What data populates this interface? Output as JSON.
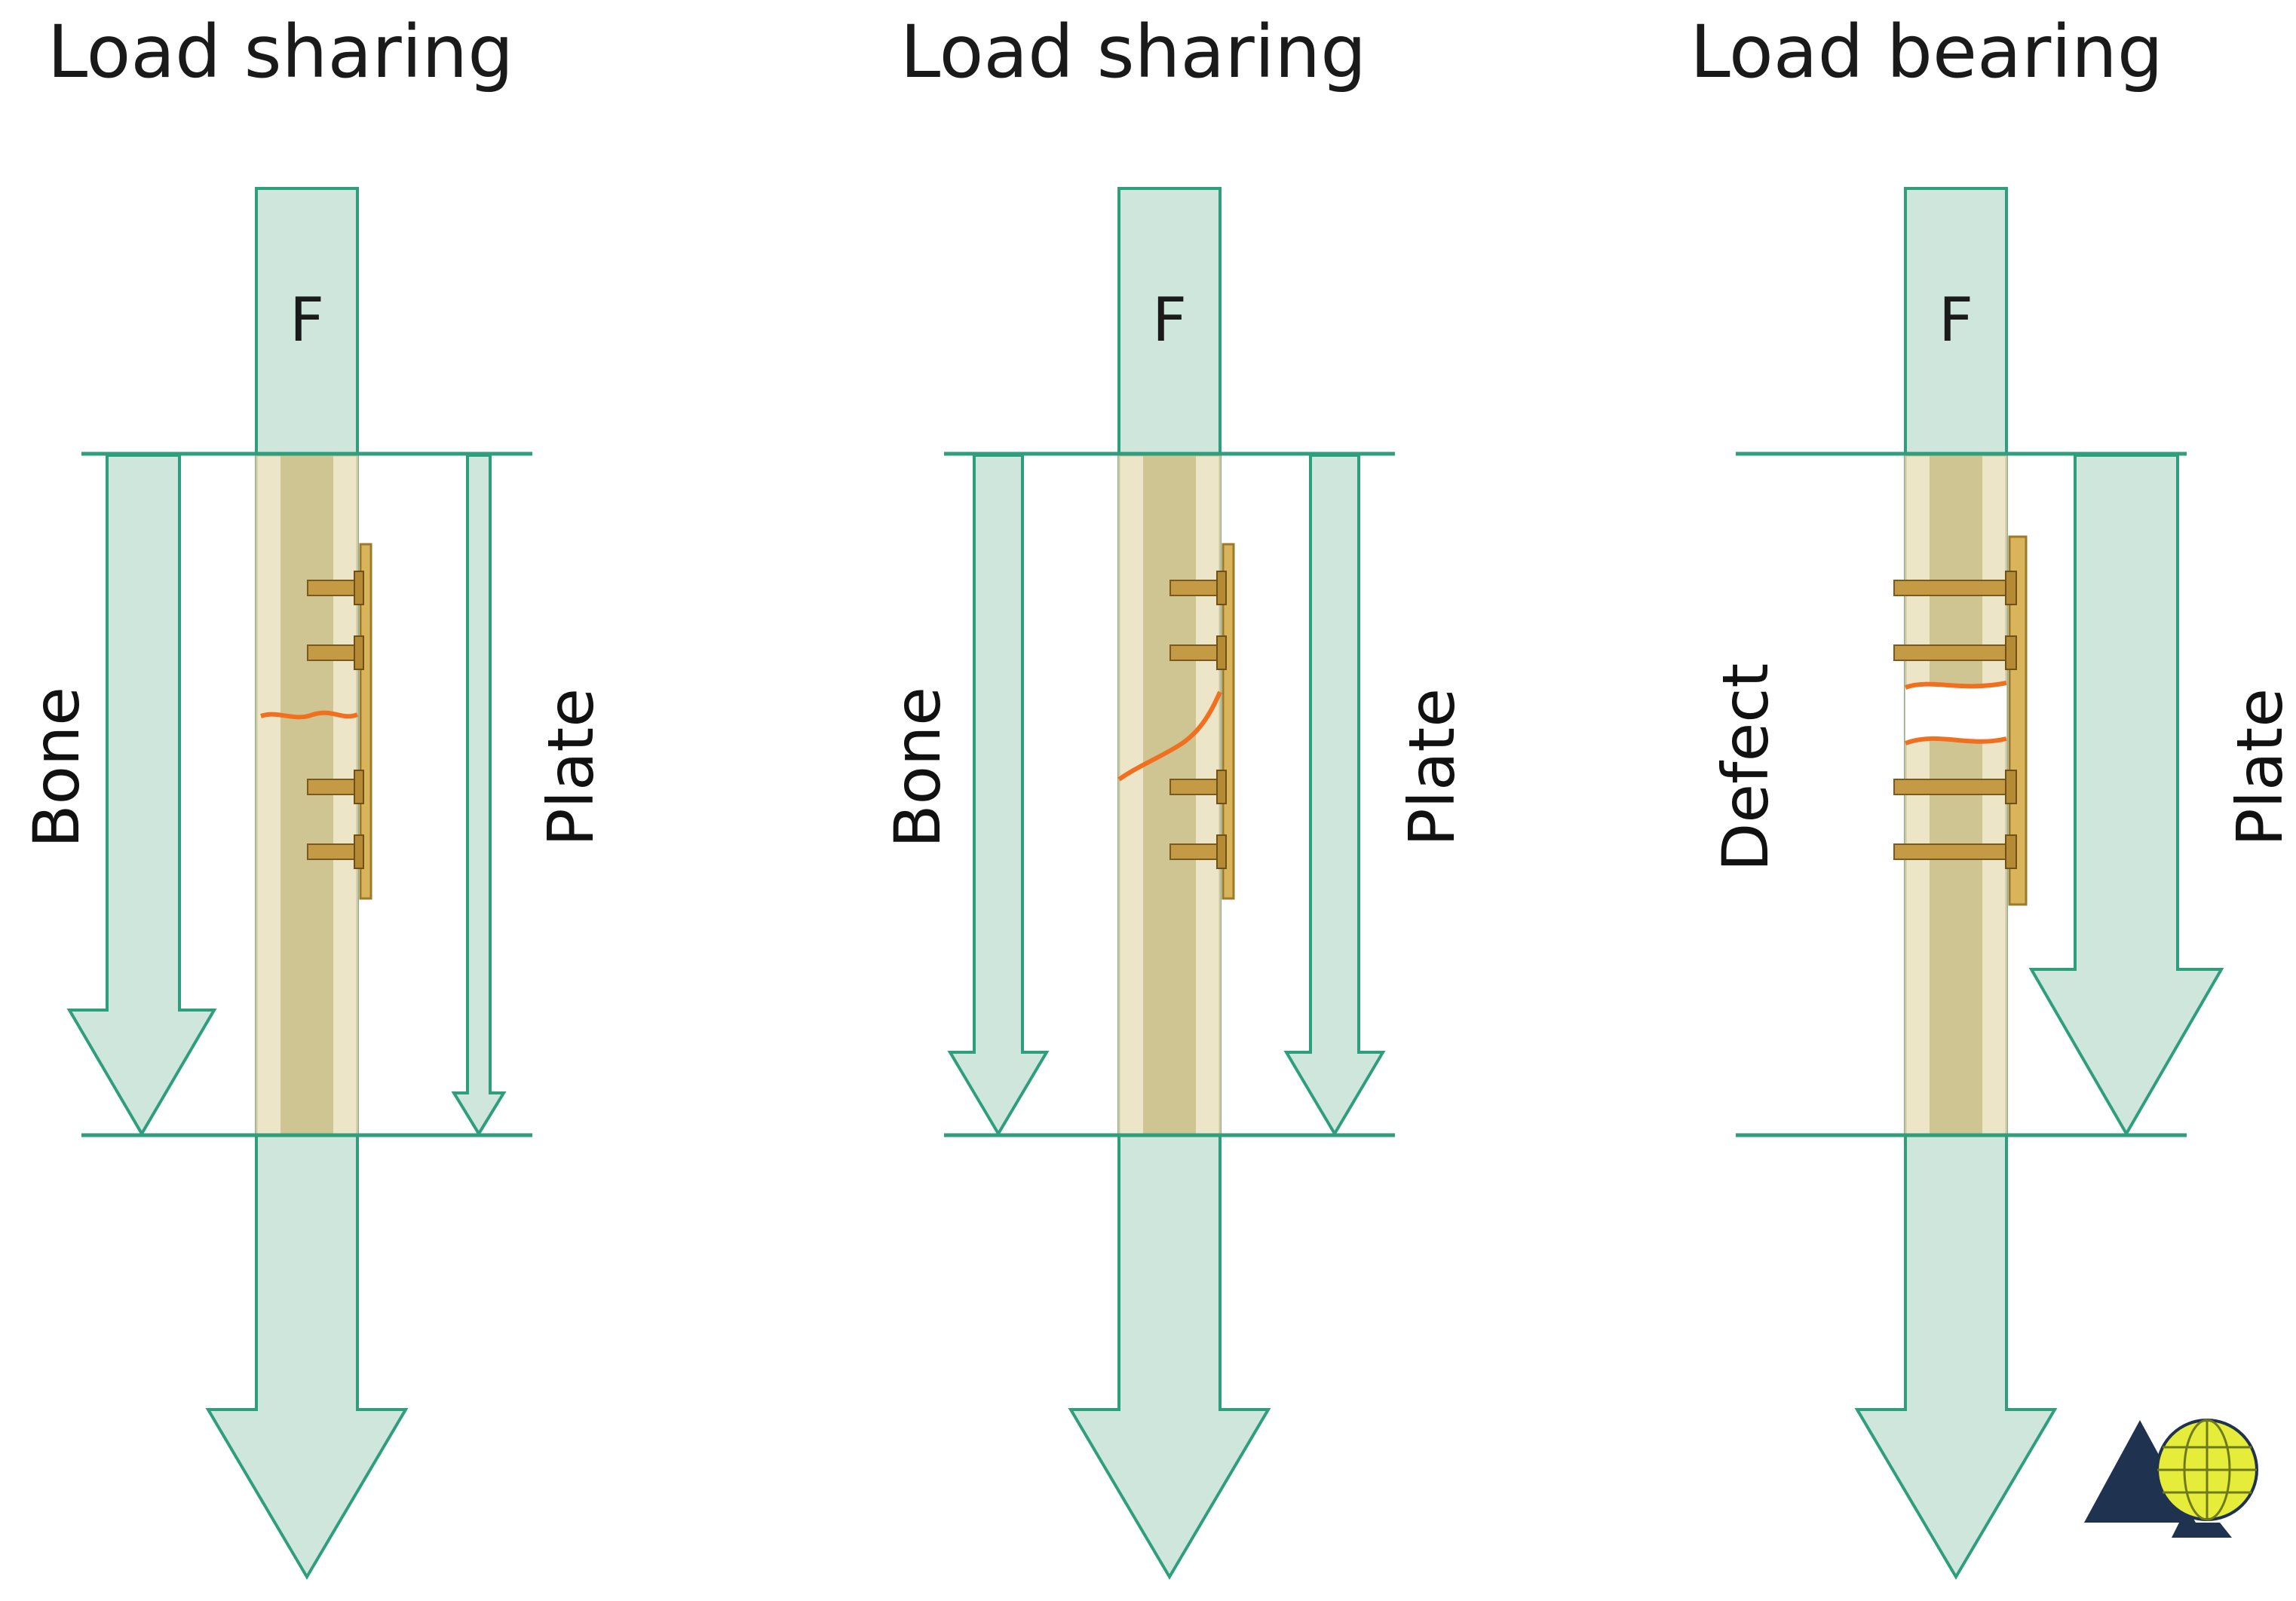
{
  "panels": [
    {
      "title": "Load sharing",
      "force_label": "F",
      "left_label": "Bone",
      "right_label": "Plate"
    },
    {
      "title": "Load sharing",
      "force_label": "F",
      "left_label": "Bone",
      "right_label": "Plate"
    },
    {
      "title": "Load bearing",
      "force_label": "F",
      "left_label": "Defect",
      "right_label": "Plate"
    }
  ],
  "colors": {
    "arrow_fill": "#cfe6dd",
    "arrow_stroke": "#2e9e7c",
    "bone": "#ece5c8",
    "plate": "#d9b45a",
    "fracture": "#f07020",
    "logo_dark": "#1f3350",
    "logo_globe": "#e6ec3a"
  },
  "icons": {
    "logo": "ao-foundation-logo-icon"
  }
}
